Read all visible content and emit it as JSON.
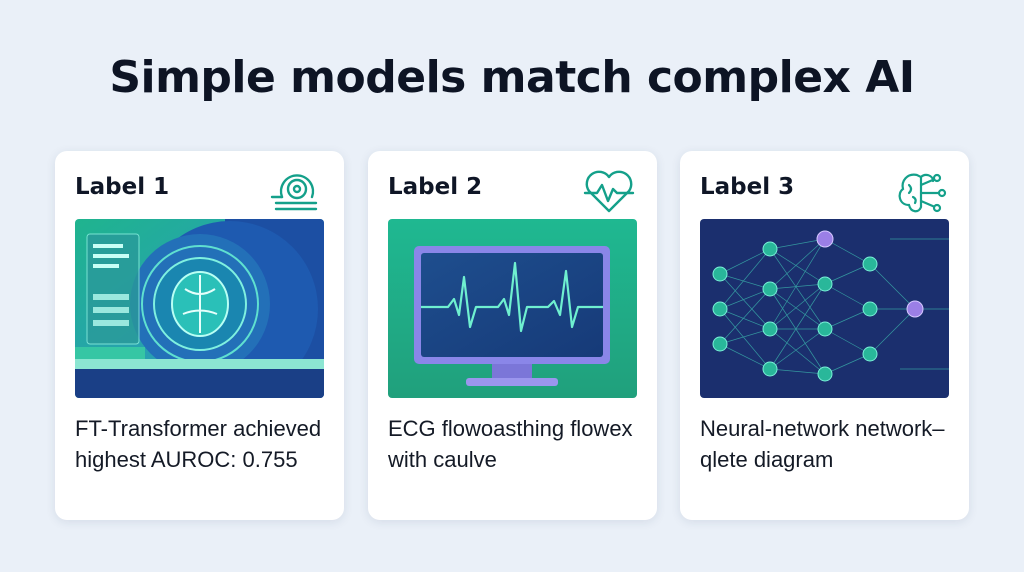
{
  "title": "Simple models match complex AI",
  "cards": [
    {
      "label": "Label 1",
      "icon": "mri-scanner-icon",
      "image": "mri-scan-illustration",
      "description": "FT-Transformer achieved highest AUROC: 0.755"
    },
    {
      "label": "Label 2",
      "icon": "heartbeat-icon",
      "image": "ecg-monitor-illustration",
      "description": "ECG flowoasthing flowex with caulve"
    },
    {
      "label": "Label 3",
      "icon": "brain-network-icon",
      "image": "neural-network-illustration",
      "description": "Neural-network network–qlete diagram"
    }
  ],
  "colors": {
    "background": "#eaf0f8",
    "accent_teal": "#14a08a",
    "accent_navy": "#1b3a7a",
    "accent_purple": "#9b7fe6"
  }
}
